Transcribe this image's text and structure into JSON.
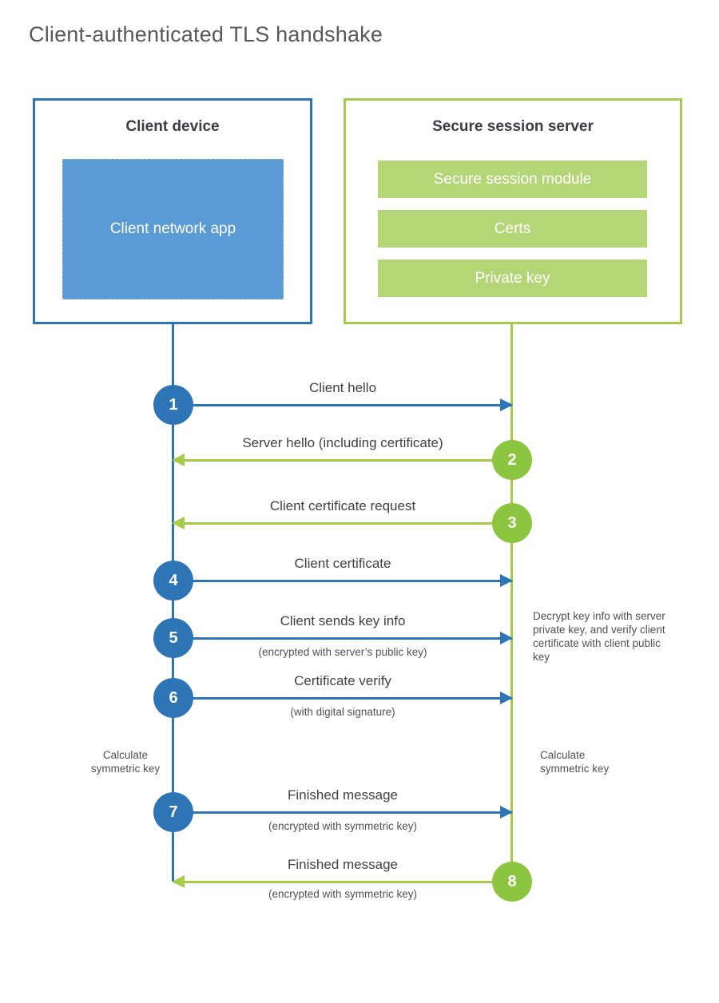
{
  "title": "Client-authenticated TLS handshake",
  "colors": {
    "blue": "#2e75b6",
    "blue_fill": "#5b9bd5",
    "green": "#a3cc4b",
    "green_circle": "#8cc640",
    "green_bar": "#b4d676"
  },
  "client": {
    "title": "Client device",
    "app_label": "Client network app"
  },
  "server": {
    "title": "Secure session server",
    "modules": [
      "Secure session module",
      "Certs",
      "Private key"
    ]
  },
  "messages": [
    {
      "num": "1",
      "label": "Client hello",
      "sub": "",
      "direction": "right",
      "color": "blue"
    },
    {
      "num": "2",
      "label": "Server hello (including certificate)",
      "sub": "",
      "direction": "left",
      "color": "green"
    },
    {
      "num": "3",
      "label": "Client certificate request",
      "sub": "",
      "direction": "left",
      "color": "green"
    },
    {
      "num": "4",
      "label": "Client certificate",
      "sub": "",
      "direction": "right",
      "color": "blue"
    },
    {
      "num": "5",
      "label": "Client sends key info",
      "sub": "(encrypted with server’s public key)",
      "direction": "right",
      "color": "blue"
    },
    {
      "num": "6",
      "label": "Certificate verify",
      "sub": "(with digital signature)",
      "direction": "right",
      "color": "blue"
    },
    {
      "num": "7",
      "label": "Finished message",
      "sub": "(encrypted with symmetric key)",
      "direction": "right",
      "color": "blue"
    },
    {
      "num": "8",
      "label": "Finished message",
      "sub": "(encrypted with symmetric key)",
      "direction": "left",
      "color": "green"
    }
  ],
  "notes": {
    "decrypt": "Decrypt key info with server private key, and verify client certificate with client public key",
    "calc_left": "Calculate symmetric key",
    "calc_right": "Calculate symmetric key"
  }
}
